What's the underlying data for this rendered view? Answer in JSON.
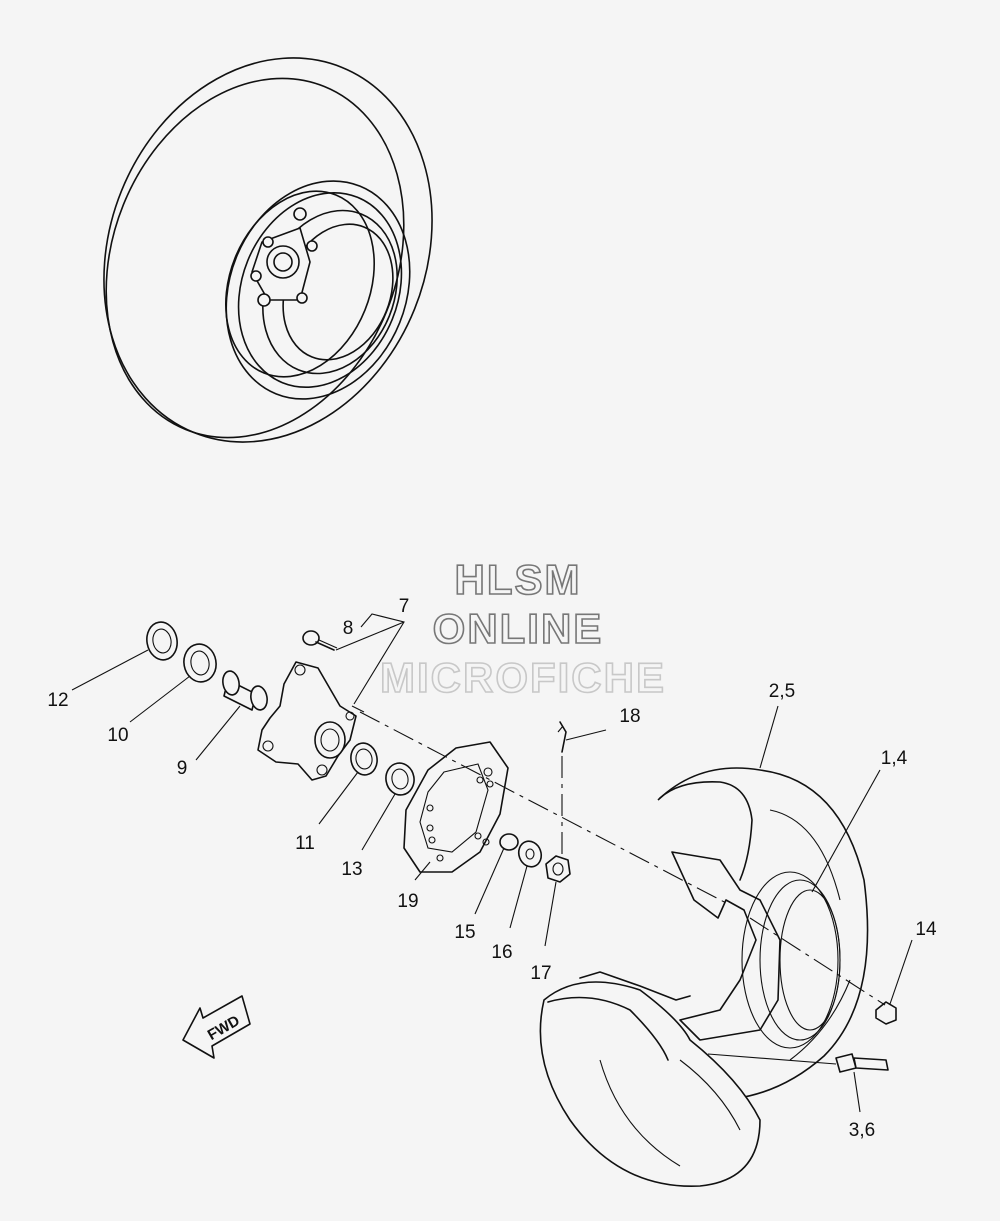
{
  "watermark": {
    "line1": "HLSM",
    "line2": "ONLINE",
    "line3": "MICROFICHE"
  },
  "direction_arrow": "FWD",
  "callouts": [
    {
      "id": "c12",
      "label": "12"
    },
    {
      "id": "c10",
      "label": "10"
    },
    {
      "id": "c9",
      "label": "9"
    },
    {
      "id": "c8",
      "label": "8"
    },
    {
      "id": "c7",
      "label": "7"
    },
    {
      "id": "c11",
      "label": "11"
    },
    {
      "id": "c13",
      "label": "13"
    },
    {
      "id": "c19",
      "label": "19"
    },
    {
      "id": "c15",
      "label": "15"
    },
    {
      "id": "c16",
      "label": "16"
    },
    {
      "id": "c17",
      "label": "17"
    },
    {
      "id": "c18",
      "label": "18"
    },
    {
      "id": "c25",
      "label": "2,5"
    },
    {
      "id": "c14a",
      "label": "1,4"
    },
    {
      "id": "c14",
      "label": "14"
    },
    {
      "id": "c36",
      "label": "3,6"
    }
  ]
}
